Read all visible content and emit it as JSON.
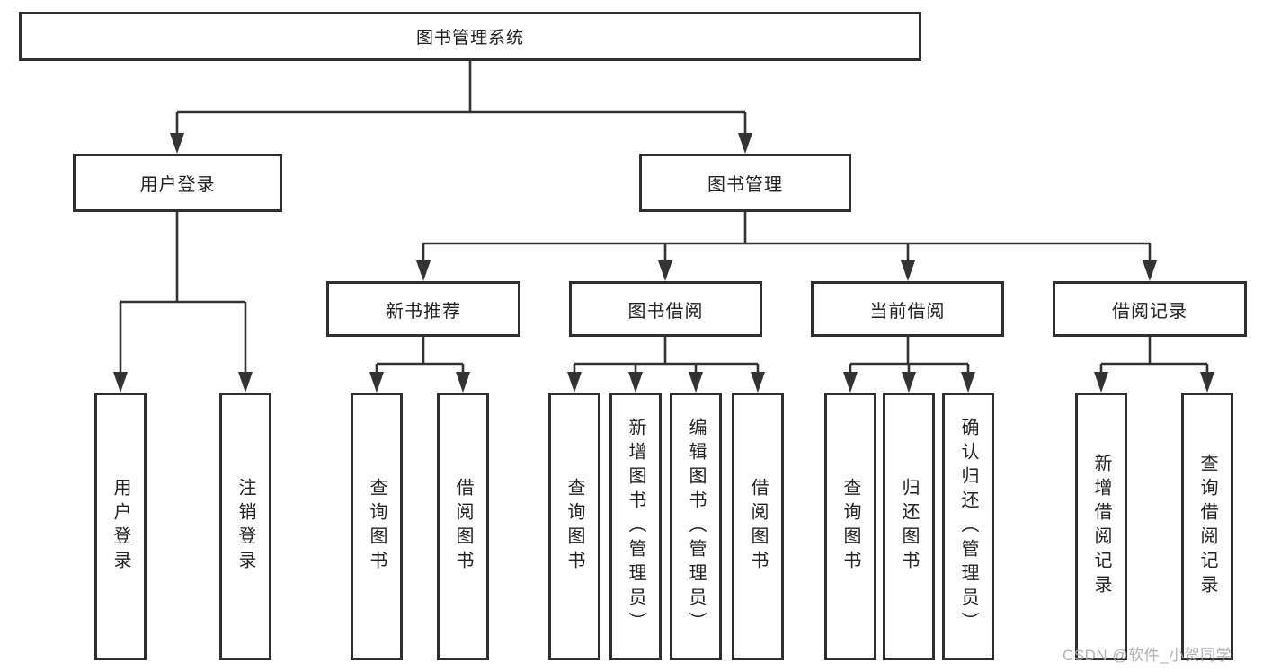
{
  "tree": {
    "label": "图书管理系统",
    "children": [
      {
        "label": "用户登录",
        "children": [
          {
            "label": "用户登录"
          },
          {
            "label": "注销登录"
          }
        ]
      },
      {
        "label": "图书管理",
        "children": [
          {
            "label": "新书推荐",
            "children": [
              {
                "label": "查询图书"
              },
              {
                "label": "借阅图书"
              }
            ]
          },
          {
            "label": "图书借阅",
            "children": [
              {
                "label": "查询图书"
              },
              {
                "label": "新增图书（管理员）"
              },
              {
                "label": "编辑图书（管理员）"
              },
              {
                "label": "借阅图书"
              }
            ]
          },
          {
            "label": "当前借阅",
            "children": [
              {
                "label": "查询图书"
              },
              {
                "label": "归还图书"
              },
              {
                "label": "确认归还（管理员）"
              }
            ]
          },
          {
            "label": "借阅记录",
            "children": [
              {
                "label": "新增借阅记录"
              },
              {
                "label": "查询借阅记录"
              }
            ]
          }
        ]
      }
    ]
  },
  "watermark": "CSDN @软件_小贺同学",
  "colors": {
    "line": "#333333",
    "box_border": "#2f2f2f",
    "text": "#222222",
    "watermark": "#a5a8ad"
  }
}
